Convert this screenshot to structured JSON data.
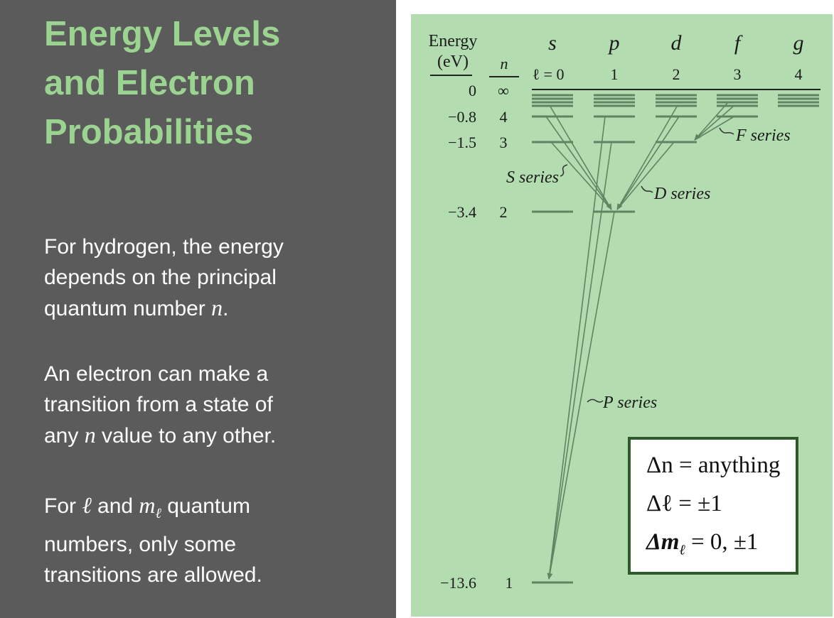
{
  "slide": {
    "title_lines": [
      "Energy Levels",
      "and Electron",
      "Probabilities"
    ],
    "paragraphs": [
      {
        "lines": [
          "For hydrogen, the energy",
          "depends on the principal",
          "quantum number "
        ],
        "var": "n",
        "suffix": "."
      },
      {
        "lines": [
          "An electron can make a",
          "transition from a state of",
          "any "
        ],
        "var": "n",
        "suffix": " value to any other."
      },
      {
        "prefix": "For ",
        "var1": "ℓ",
        "mid": " and ",
        "var2": "m",
        "sub2": "ℓ",
        "line1_end": " quantum",
        "lines": [
          "numbers, only some",
          "transitions are allowed."
        ]
      }
    ]
  },
  "diagram": {
    "energy_header": [
      "Energy",
      "(eV)"
    ],
    "n_header": "n",
    "orbital_letters": [
      "s",
      "p",
      "d",
      "f",
      "g"
    ],
    "l_values": [
      "ℓ = 0",
      "1",
      "2",
      "3",
      "4"
    ],
    "levels": [
      {
        "energy": "0",
        "n": "∞"
      },
      {
        "energy": "−0.8",
        "n": "4"
      },
      {
        "energy": "−1.5",
        "n": "3"
      },
      {
        "energy": "−3.4",
        "n": "2"
      },
      {
        "energy": "−13.6",
        "n": "1"
      }
    ],
    "series_labels": {
      "s": "S series",
      "p": "P series",
      "d": "D series",
      "f": "F series"
    },
    "line_color": "#5e8462",
    "rules": [
      "Δn = anything",
      "Δℓ = ±1",
      "Δm",
      "ℓ",
      " = 0, ±1"
    ]
  }
}
